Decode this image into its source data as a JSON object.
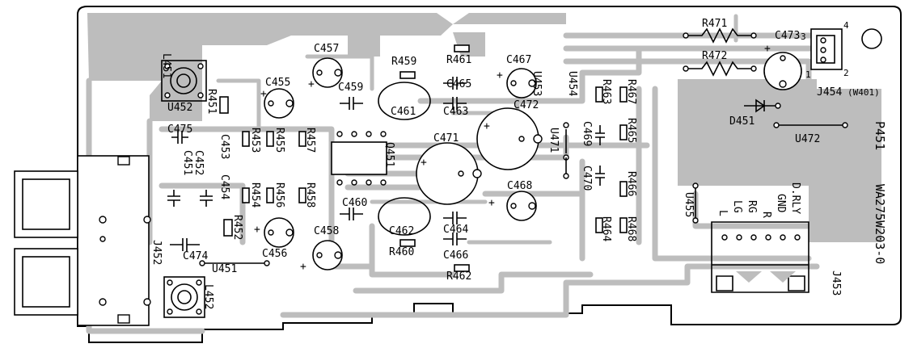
{
  "board": {
    "ref": "P451",
    "part_number": "WA275W203-0"
  },
  "connectors": {
    "J452": "J452",
    "J453": "J453",
    "J454": "J454",
    "J454_note": "(W401)",
    "J454_pin_1": "1",
    "J454_pin_2": "2",
    "J454_pin_3": "3",
    "J454_pin_4": "4",
    "J453_pins": [
      "L",
      "LG",
      "RG",
      "R",
      "GND",
      "D.RLY"
    ]
  },
  "capacitors": {
    "C451": "C451",
    "C452": "C452",
    "C453": "C453",
    "C454": "C454",
    "C455": "C455",
    "C456": "C456",
    "C457": "C457",
    "C458": "C458",
    "C459": "C459",
    "C460": "C460",
    "C461": "C461",
    "C462": "C462",
    "C463": "C463",
    "C464": "C464",
    "C465": "C465",
    "C466": "C466",
    "C467": "C467",
    "C468": "C468",
    "C469": "C469",
    "C470": "C470",
    "C471": "C471",
    "C472": "C472",
    "C473": "C473",
    "C474": "C474",
    "C475": "C475"
  },
  "resistors": {
    "R451": "R451",
    "R452": "R452",
    "R453": "R453",
    "R454": "R454",
    "R455": "R455",
    "R456": "R456",
    "R457": "R457",
    "R458": "R458",
    "R459": "R459",
    "R460": "R460",
    "R461": "R461",
    "R462": "R462",
    "R463": "R463",
    "R464": "R464",
    "R465": "R465",
    "R466": "R466",
    "R467": "R467",
    "R468": "R468",
    "R471": "R471",
    "R472": "R472"
  },
  "misc": {
    "L451": "L451",
    "L452": "L452",
    "Q451": "Q451",
    "D451": "D451",
    "U451": "U451",
    "U452": "U452",
    "U453": "U453",
    "U454": "U454",
    "U455": "U455",
    "U471": "U471",
    "U472": "U472",
    "plus": "+"
  }
}
